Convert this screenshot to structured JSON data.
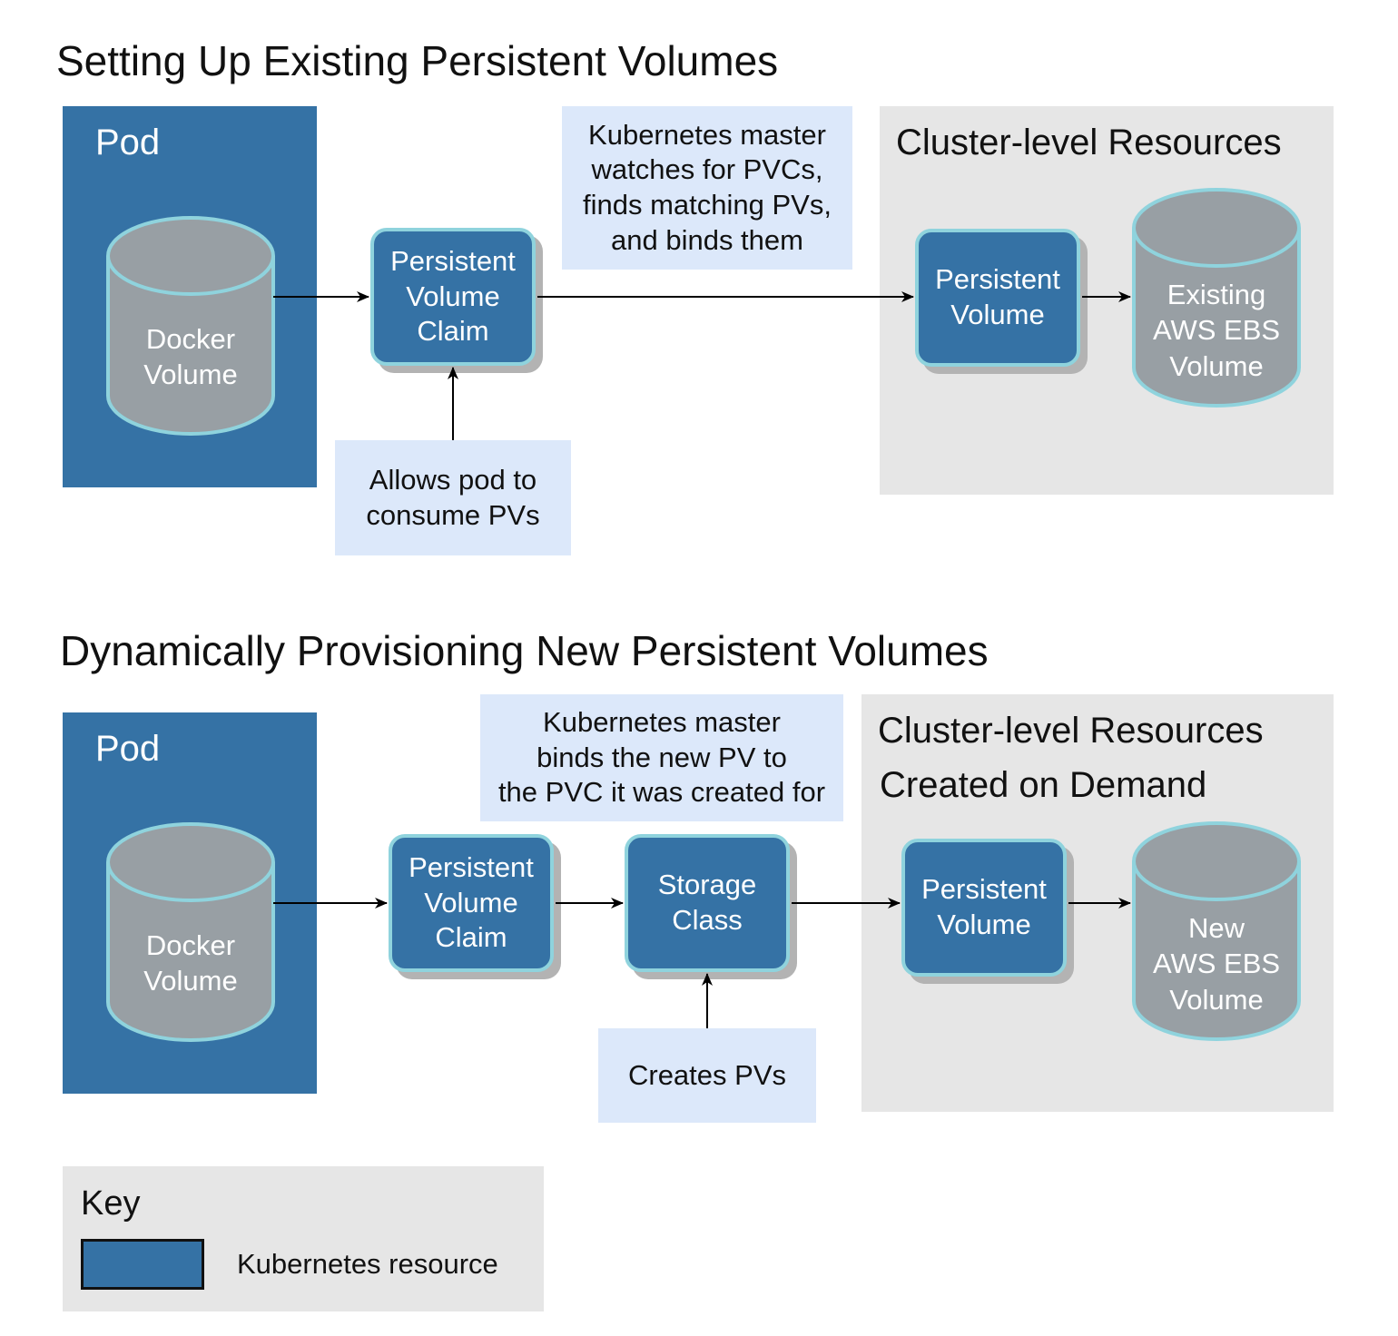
{
  "top": {
    "title": "Setting Up Existing Persistent Volumes",
    "pod_label": "Pod",
    "docker_volume": "Docker\nVolume",
    "pvc": "Persistent\nVolume\nClaim",
    "pvc_note": "Allows pod to\nconsume PVs",
    "master_note": "Kubernetes master\nwatches for PVCs,\nfinds matching PVs,\nand binds them",
    "cluster_label": "Cluster-level Resources",
    "pv": "Persistent\nVolume",
    "ebs": "Existing\nAWS EBS\nVolume"
  },
  "bottom": {
    "title": "Dynamically Provisioning New Persistent Volumes",
    "pod_label": "Pod",
    "docker_volume": "Docker\nVolume",
    "pvc": "Persistent\nVolume\nClaim",
    "storage_class": "Storage\nClass",
    "storage_note": "Creates PVs",
    "master_note": "Kubernetes master\nbinds the new PV to\nthe PVC it was created for",
    "cluster_label_1": "Cluster-level Resources",
    "cluster_label_2": "Created on Demand",
    "pv": "Persistent\nVolume",
    "ebs": "New\nAWS EBS\nVolume"
  },
  "key": {
    "title": "Key",
    "item": "Kubernetes resource"
  },
  "colors": {
    "resource": "#3572a5",
    "resource_border": "#8fd3dd",
    "cylinder": "#989fa4",
    "note": "#dce8fa",
    "cluster": "#e6e6e6"
  }
}
